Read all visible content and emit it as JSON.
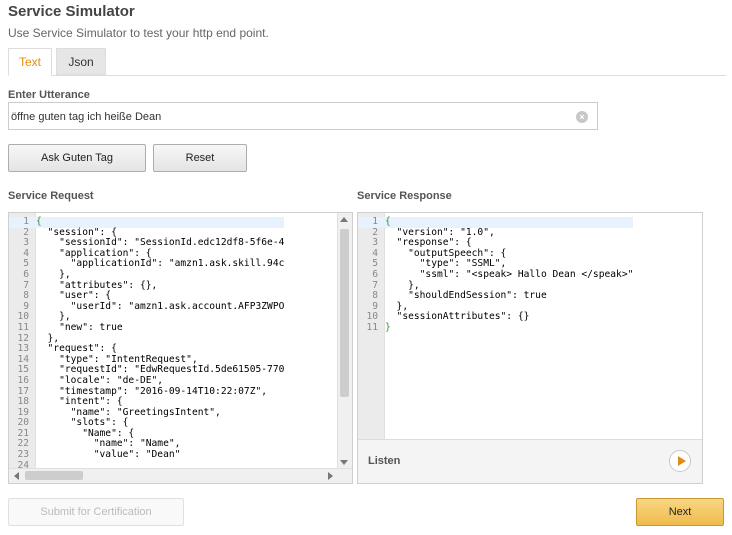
{
  "header": {
    "title": "Service Simulator",
    "subtitle": "Use Service Simulator to test your http end point."
  },
  "tabs": [
    {
      "label": "Text",
      "active": true
    },
    {
      "label": "Json",
      "active": false
    }
  ],
  "utterance": {
    "label": "Enter Utterance",
    "value": "öffne guten tag ich heiße Dean"
  },
  "buttons": {
    "ask": "Ask Guten Tag",
    "reset": "Reset",
    "submit": "Submit for Certification",
    "next": "Next"
  },
  "request": {
    "label": "Service Request",
    "lines": [
      {
        "n": "1",
        "text": "{"
      },
      {
        "n": "2",
        "text": "  \"session\": {"
      },
      {
        "n": "3",
        "text": "    \"sessionId\": \"SessionId.edc12df8-5f6e-4"
      },
      {
        "n": "4",
        "text": "    \"application\": {"
      },
      {
        "n": "5",
        "text": "      \"applicationId\": \"amzn1.ask.skill.94c"
      },
      {
        "n": "6",
        "text": "    },"
      },
      {
        "n": "7",
        "text": "    \"attributes\": {},"
      },
      {
        "n": "8",
        "text": "    \"user\": {"
      },
      {
        "n": "9",
        "text": "      \"userId\": \"amzn1.ask.account.AFP3ZWPO"
      },
      {
        "n": "10",
        "text": "    },"
      },
      {
        "n": "11",
        "text": "    \"new\": true"
      },
      {
        "n": "12",
        "text": "  },"
      },
      {
        "n": "13",
        "text": "  \"request\": {"
      },
      {
        "n": "14",
        "text": "    \"type\": \"IntentRequest\","
      },
      {
        "n": "15",
        "text": "    \"requestId\": \"EdwRequestId.5de61505-770"
      },
      {
        "n": "16",
        "text": "    \"locale\": \"de-DE\","
      },
      {
        "n": "17",
        "text": "    \"timestamp\": \"2016-09-14T10:22:07Z\","
      },
      {
        "n": "18",
        "text": "    \"intent\": {"
      },
      {
        "n": "19",
        "text": "      \"name\": \"GreetingsIntent\","
      },
      {
        "n": "20",
        "text": "      \"slots\": {"
      },
      {
        "n": "21",
        "text": "        \"Name\": {"
      },
      {
        "n": "22",
        "text": "          \"name\": \"Name\","
      },
      {
        "n": "23",
        "text": "          \"value\": \"Dean\""
      },
      {
        "n": "24",
        "text": ""
      }
    ]
  },
  "response": {
    "label": "Service Response",
    "listen_label": "Listen",
    "lines": [
      {
        "n": "1",
        "text": "{"
      },
      {
        "n": "2",
        "text": "  \"version\": \"1.0\","
      },
      {
        "n": "3",
        "text": "  \"response\": {"
      },
      {
        "n": "4",
        "text": "    \"outputSpeech\": {"
      },
      {
        "n": "5",
        "text": "      \"type\": \"SSML\","
      },
      {
        "n": "6",
        "text": "      \"ssml\": \"<speak> Hallo Dean </speak>\""
      },
      {
        "n": "7",
        "text": "    },"
      },
      {
        "n": "8",
        "text": "    \"shouldEndSession\": true"
      },
      {
        "n": "9",
        "text": "  },"
      },
      {
        "n": "10",
        "text": "  \"sessionAttributes\": {}"
      },
      {
        "n": "11",
        "text": "}"
      }
    ]
  },
  "icons": {
    "clear": "clear-icon",
    "play": "play-icon"
  },
  "colors": {
    "accent": "#e48f0f",
    "next_button": "#f5c86a"
  }
}
